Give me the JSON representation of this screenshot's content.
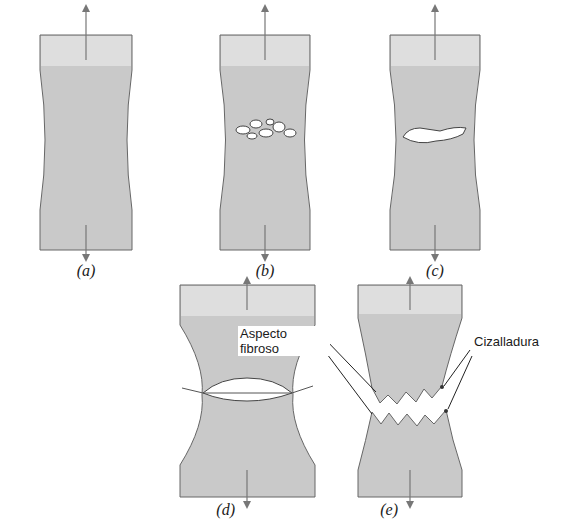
{
  "diagram": {
    "labels": [
      "(a)",
      "(b)",
      "(c)",
      "(d)",
      "(e)",
      "Aspecto fibroso",
      "Cizalladura"
    ]
  }
}
